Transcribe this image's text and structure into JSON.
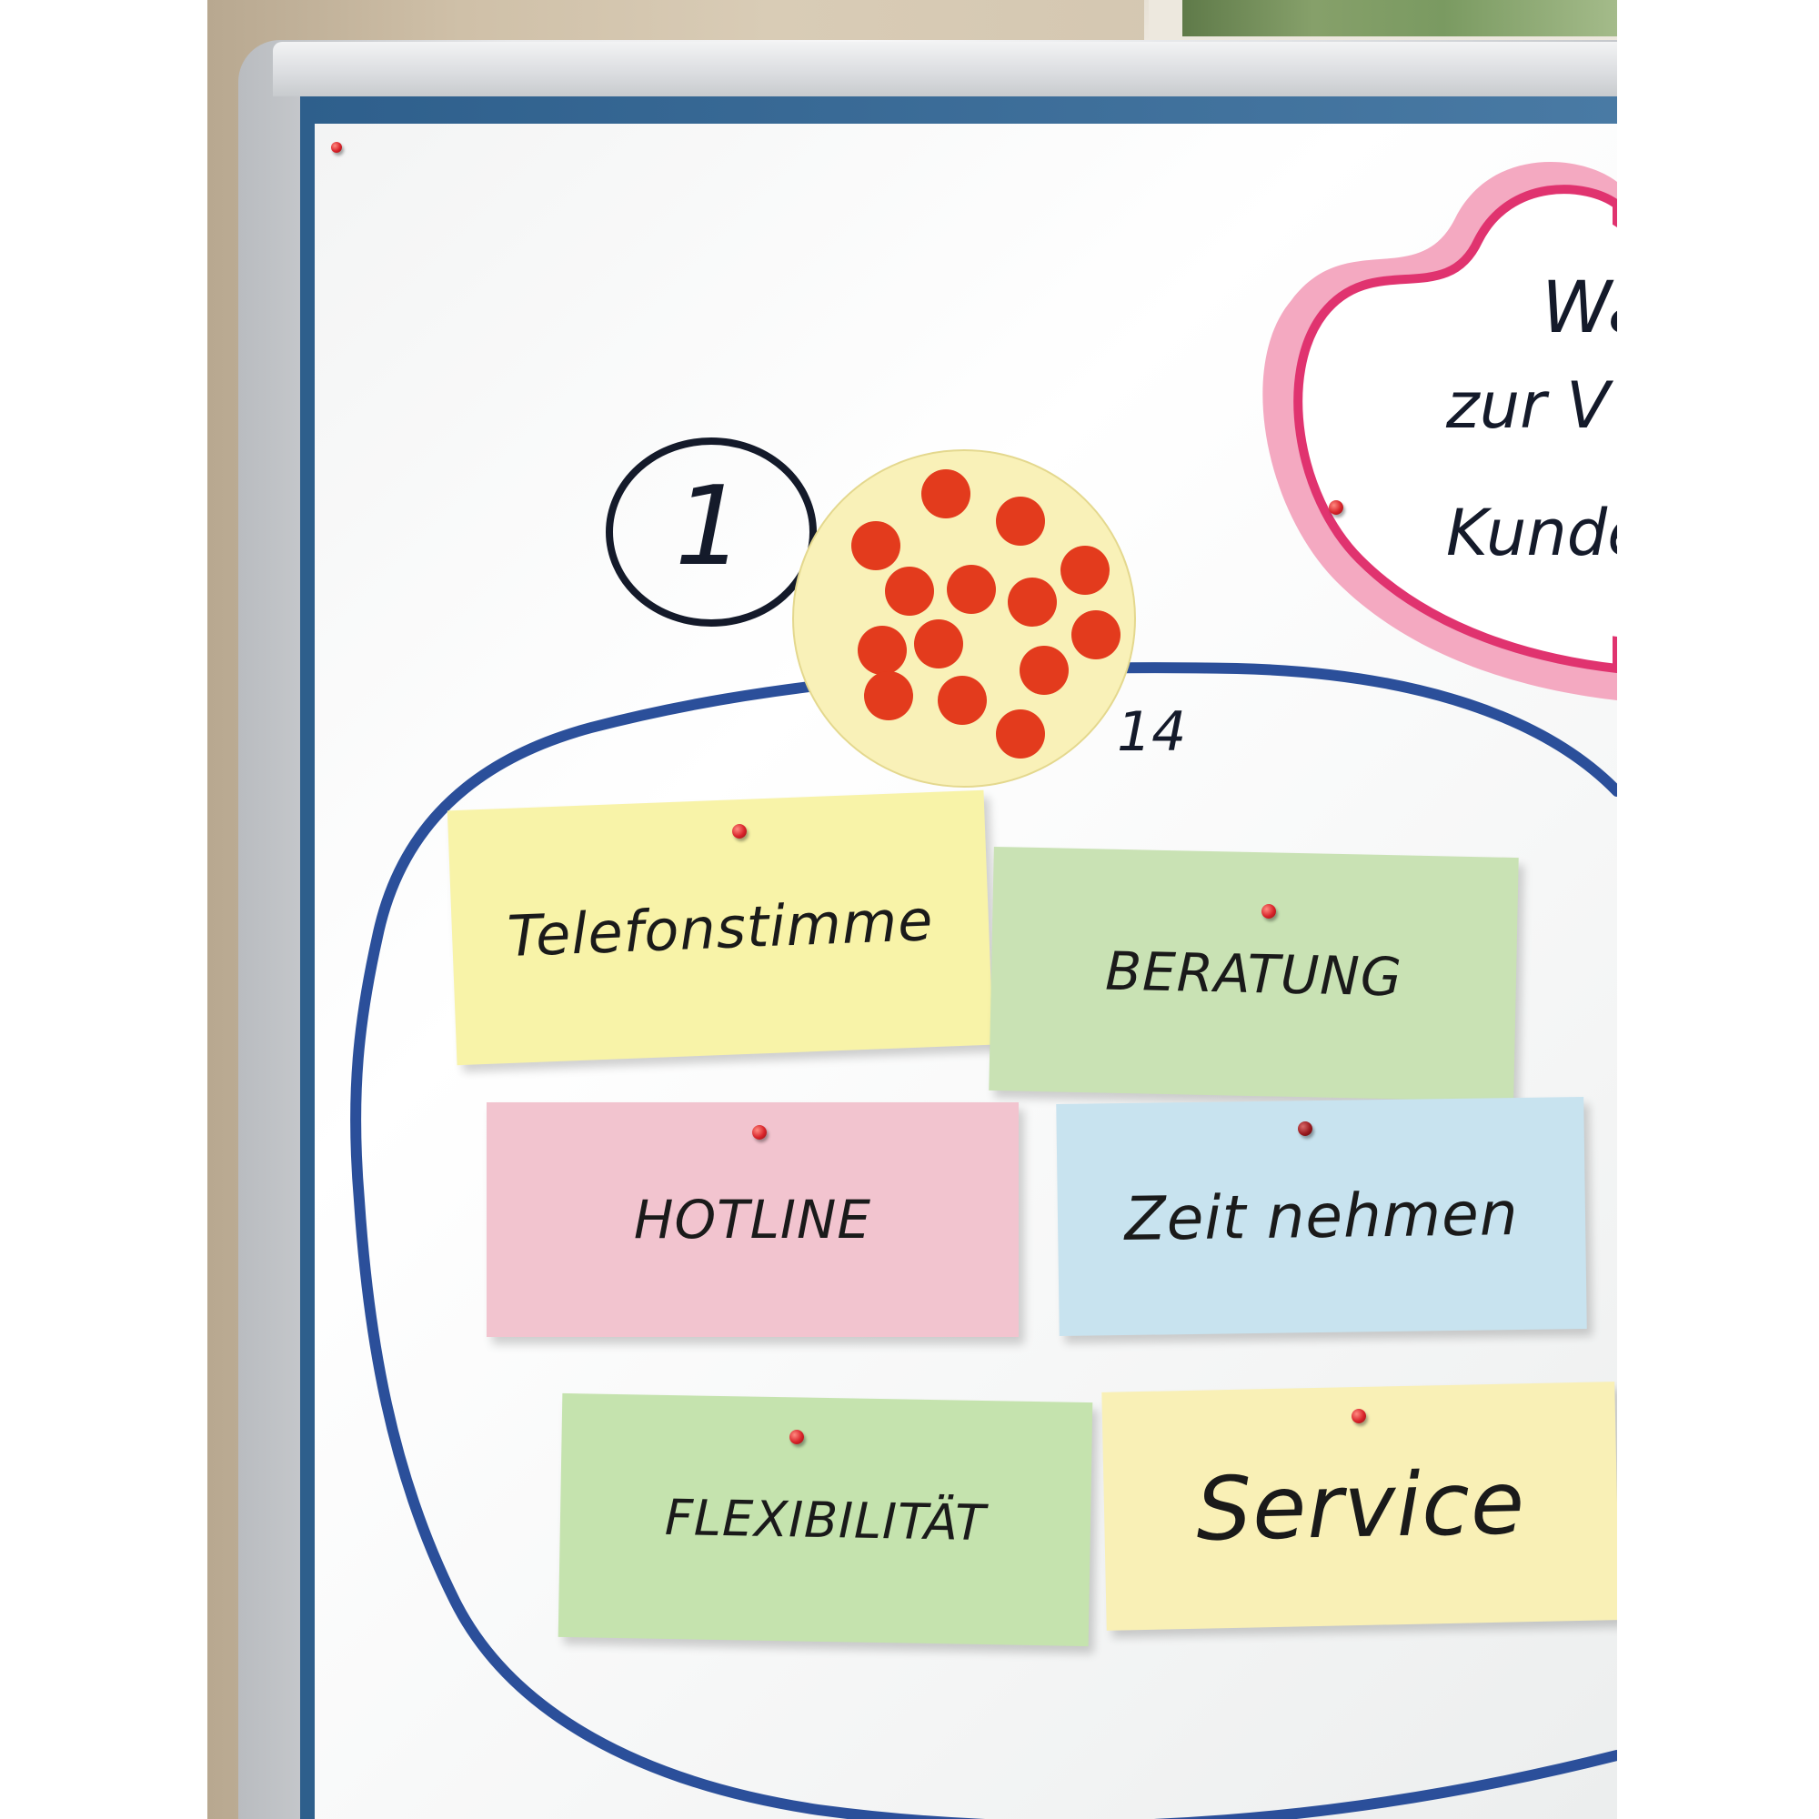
{
  "scene": {
    "description_free": true
  },
  "board": {
    "number_badge": "1",
    "dots_count_label": "14",
    "heart_lines": [
      "Wa",
      "zur V",
      "Kunde"
    ]
  },
  "cards": [
    {
      "id": "telefonstimme",
      "label": "Telefonstimme",
      "color": "#f8f3a8"
    },
    {
      "id": "beratung",
      "label": "BERATUNG",
      "color": "#c9e2b4"
    },
    {
      "id": "hotline",
      "label": "HOTLINE",
      "color": "#f2c4cf"
    },
    {
      "id": "zeit-nehmen",
      "label": "Zeit nehmen",
      "color": "#c8e3ef"
    },
    {
      "id": "flexibilitaet",
      "label": "FLEXIBILITÄT",
      "color": "#c5e3ae"
    },
    {
      "id": "service",
      "label": "Service",
      "color": "#f9f0b6"
    }
  ],
  "colors": {
    "marker_blue": "#2b4f9a",
    "marker_black": "#141a2a",
    "heart_red": "#d81b5a",
    "dot_red": "#e33b1d",
    "circle_paper": "#f9f1b8"
  }
}
